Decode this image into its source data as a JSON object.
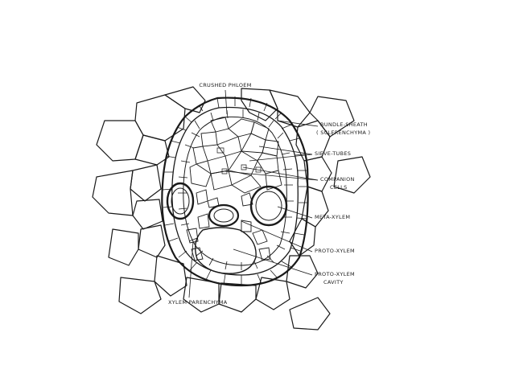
{
  "diagram": {
    "labels": {
      "crushed_phloem": "CRUSHED PHLOEM",
      "bundle_sheath_1": "BUNDLE-SHEATH",
      "bundle_sheath_2": "( SCLERENCHYMA )",
      "sieve_tubes": "SIEVE-TUBES",
      "companion_1": "COMPANION",
      "companion_2": "CELLS",
      "meta_xylem": "META-XYLEM",
      "proto_xylem": "PROTO-XYLEM",
      "proto_cavity_1": "PROTO-XYLEM",
      "proto_cavity_2": "CAVITY",
      "xylem_parenchyma": "XYLEM PARENCHYMA"
    },
    "colors": {
      "ink": "#1a1a1a",
      "paper": "#ffffff"
    }
  }
}
